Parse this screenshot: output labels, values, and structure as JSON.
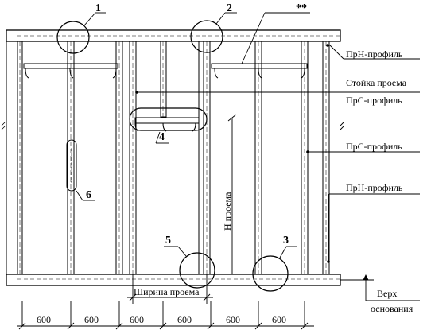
{
  "labels": {
    "prn_top": "ПрН-профиль",
    "stoyka": "Стойка проема",
    "prs_top": "ПрС-профиль",
    "prs_right": "ПрС-профиль",
    "prn_right": "ПрН-профиль",
    "h_proema": "Н проема",
    "shirina": "Ширина проема",
    "verh": "Верх",
    "osnovaniya": "основания",
    "asterisks": "**"
  },
  "callouts": [
    "1",
    "2",
    "3",
    "4",
    "5",
    "6"
  ],
  "dimensions": [
    "600",
    "600",
    "600",
    "600",
    "600",
    "600"
  ]
}
